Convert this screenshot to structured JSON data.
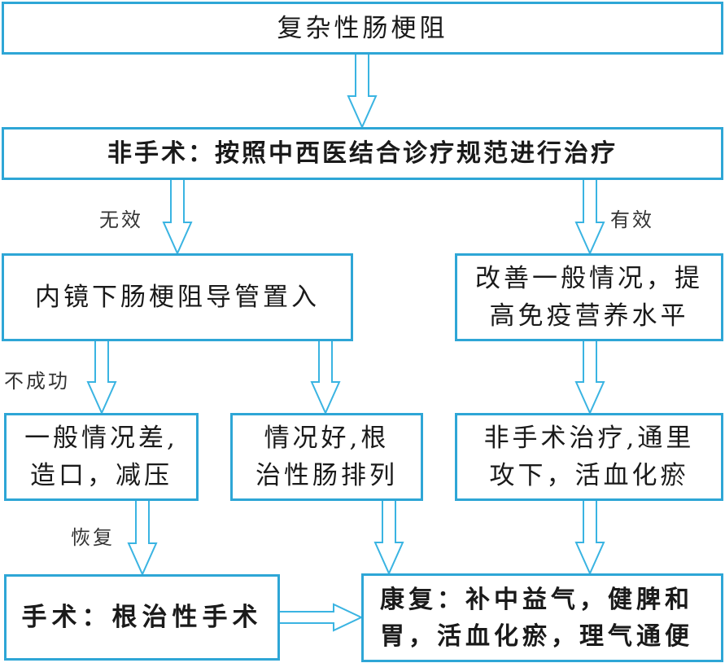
{
  "nodes": {
    "complex_obstruction": {
      "text": "复杂性肠梗阻"
    },
    "non_surgical": {
      "text": "非手术：按照中西医结合诊疗规范进行治疗"
    },
    "endoscopic_catheter": {
      "text": "内镜下肠梗阻导管置入"
    },
    "improve_condition": {
      "lines": [
        "改善一般情况，提",
        "高免疫营养水平"
      ]
    },
    "poor_condition": {
      "lines": [
        "一般情况差,",
        "造口，减压"
      ]
    },
    "good_condition": {
      "lines": [
        "情况好,根",
        "治性肠排列"
      ]
    },
    "non_surgical_therapy": {
      "lines": [
        "非手术治疗,通里",
        "攻下，活血化瘀"
      ]
    },
    "surgery": {
      "text": "手术：根治性手术"
    },
    "rehabilitation": {
      "lines": [
        "康复：补中益气，健脾和",
        "胃，活血化瘀，理气通便"
      ]
    }
  },
  "edge_labels": {
    "ineffective": "无效",
    "effective": "有效",
    "unsuccessful": "不成功",
    "recovery": "恢复"
  },
  "colors": {
    "border": "#2ea6d6",
    "arrow": "#3ab4e2",
    "text": "#1a1a1a",
    "background": "#ffffff"
  }
}
